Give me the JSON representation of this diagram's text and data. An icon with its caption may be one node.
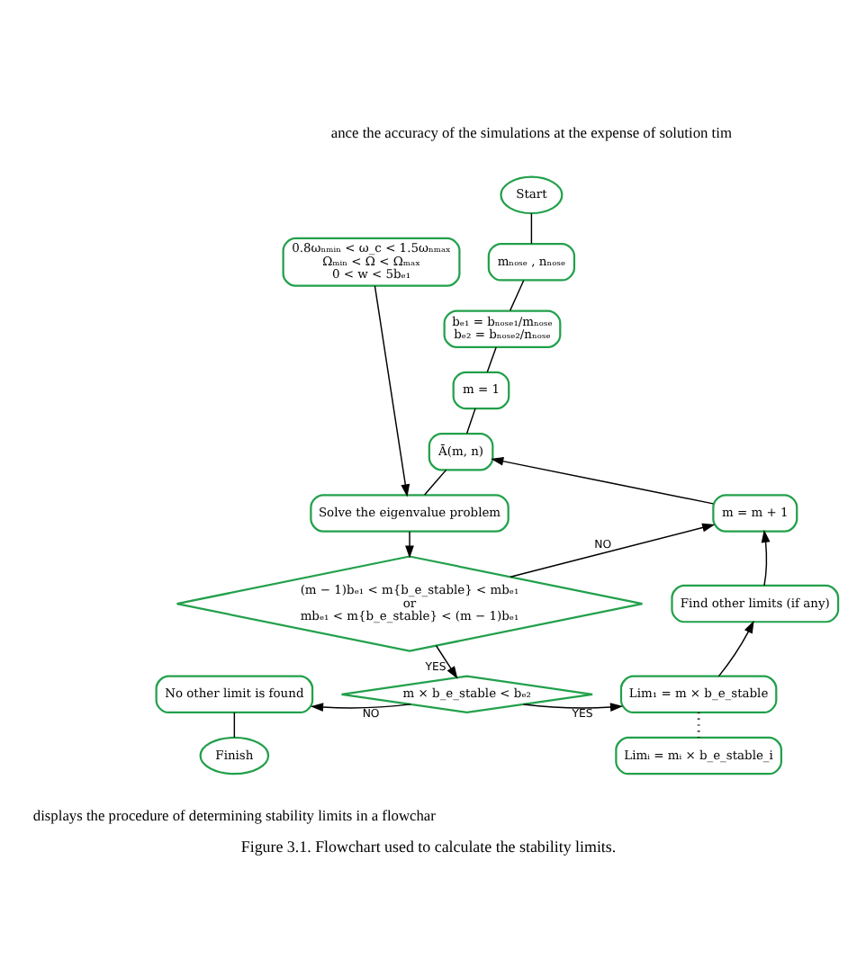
{
  "diagram": {
    "caption": "Figure 3.1. Flowchart used to calculate the stability limits.",
    "nodes": [
      {
        "text": [
          "Start"
        ]
      },
      {
        "text": [
          "0.8ωₙₘᵢₙ < ω_c < 1.5ωₙₘₐₓ",
          "Ωₘᵢₙ < Ω < Ωₘₐₓ",
          "0 < w < 5bₑ₁"
        ]
      },
      {
        "text": [
          "mₙₒₛₑ , nₙₒₛₑ"
        ]
      },
      {
        "text": [
          "bₑ₁ = bₙₒₛₑ₁/mₙₒₛₑ",
          "bₑ₂ = bₙₒₛₑ₂/nₙₒₛₑ"
        ]
      },
      {
        "text": [
          "m = 1"
        ]
      },
      {
        "text": [
          "Ā(m, n)"
        ]
      },
      {
        "text": [
          "Solve the eigenvalue problem"
        ]
      },
      {
        "text": [
          "m = m + 1"
        ]
      },
      {
        "text": [
          "(m − 1)bₑ₁ < m{b_e_stable} < mbₑ₁",
          "or",
          "mbₑ₁ < m{b_e_stable} < (m − 1)bₑ₁"
        ]
      },
      {
        "text": [
          "Find other limits (if any)"
        ]
      },
      {
        "text": [
          "No other limit is found"
        ]
      },
      {
        "text": [
          "m × b_e_stable < bₑ₂"
        ]
      },
      {
        "text": [
          "Lim₁ = m × b_e_stable"
        ]
      },
      {
        "text": [
          "Finish"
        ]
      },
      {
        "text": [
          "Limᵢ = mᵢ × b_e_stable_i"
        ]
      }
    ],
    "edges": [
      {
        "from": 0,
        "to": 2,
        "arrow": "none"
      },
      {
        "from": 2,
        "to": 3,
        "arrow": "none"
      },
      {
        "from": 3,
        "to": 4,
        "arrow": "none"
      },
      {
        "from": 4,
        "to": 5,
        "arrow": "none"
      },
      {
        "from": 7,
        "to": 5,
        "arrow": "to"
      },
      {
        "from": 1,
        "to": 6,
        "arrow": "to"
      },
      {
        "from": 5,
        "to": 6,
        "arrow": "none"
      },
      {
        "from": 6,
        "to": 8,
        "arrow": "to"
      },
      {
        "from": 8,
        "to": 7,
        "arrow": "to",
        "label": "NO"
      },
      {
        "from": 8,
        "to": 11,
        "arrow": "to",
        "label": "YES"
      },
      {
        "from": 11,
        "to": 10,
        "arrow": "to",
        "label": "NO"
      },
      {
        "from": 11,
        "to": 12,
        "arrow": "to",
        "label": "YES"
      },
      {
        "from": 12,
        "to": 9,
        "arrow": "to"
      },
      {
        "from": 9,
        "to": 7,
        "arrow": "to"
      },
      {
        "from": 12,
        "to": 14,
        "arrow": "none",
        "style": "dashed"
      },
      {
        "from": 10,
        "to": 13,
        "arrow": "none"
      }
    ],
    "labels": [
      "ance the accuracy of the simulations at the expense of solution tim",
      "displays the procedure of determining stability limits in a flowchar"
    ]
  }
}
